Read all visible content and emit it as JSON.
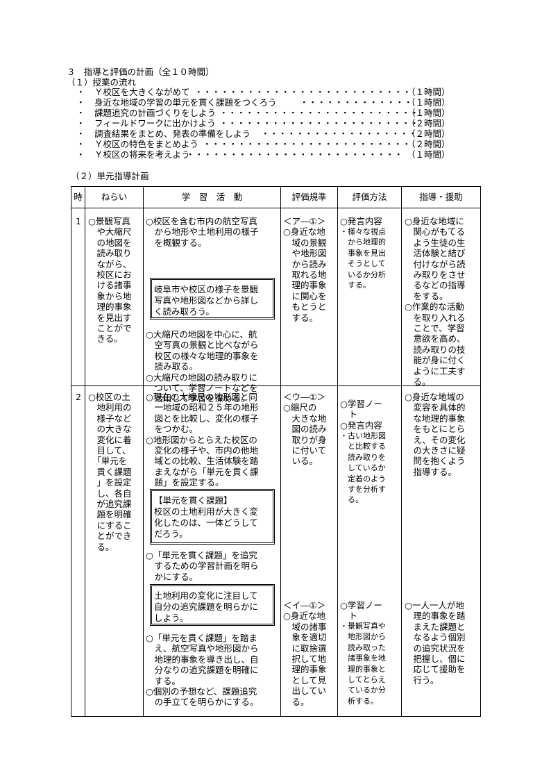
{
  "heading": "３　指導と評価の計画（全１０時間）",
  "sub1": "（１）授業の流れ",
  "flow": [
    {
      "bullet": "・",
      "text": "Ｙ校区を大きくながめて",
      "dots": "・・・・・・・・・・・・・・・・・・・・・・・・・",
      "hours": "（１時間）"
    },
    {
      "bullet": "・",
      "text": "身近な地域の学習の単元を貫く課題をつくろう",
      "dots": "・・・・・・・・・・・・・",
      "hours": "（１時間）"
    },
    {
      "bullet": "・",
      "text": "課題追究の計画づくりをしよう",
      "dots": "・・・・・・・・・・・・・・・・・・・・・・・",
      "hours": "（１時間）"
    },
    {
      "bullet": "・",
      "text": "フィールドワークに出かけよう",
      "dots": "・・・・・・・・・・・・・・・・・・・・・・・",
      "hours": "（２時間）"
    },
    {
      "bullet": "・",
      "text": "調査結果をまとめ、発表の準備をしよう",
      "dots": "・・・・・・・・・・・・・・・・・・",
      "hours": "（２時間）"
    },
    {
      "bullet": "・",
      "text": "Ｙ校区の特色をまとめよう",
      "dots": "・・・・・・・・・・・・・・・・・・・・・・・・",
      "hours": "（２時間）"
    },
    {
      "bullet": "・",
      "text": "Ｙ校区の将来を考えよう",
      "dots": "・・・・・・・・・・・・・・・・・・・・・・・・・",
      "hours": "（１時間）"
    }
  ],
  "sub2": "（２）単元指導計画",
  "table": {
    "headers": [
      "時",
      "ねらい",
      "学　習　活　動",
      "評価規準",
      "評価方法",
      "指導・援助"
    ],
    "row1": {
      "hour": "1",
      "aim": "○景観写真\n　や大縮尺\n　の地図を\n　読み取り\n　ながら、\n　校区にお\n　ける諸事\n　象から地\n　理的事象\n　を見出す\n　ことがで\n　きる。",
      "act1": "○校区を含む市内の航空写真\n　から地形や土地利用の様子\n　を概観する。",
      "box1": "岐阜市や校区の様子を景観\n写真や地形図などから詳し\nく読み取ろう。",
      "act2": "○大縮尺の地図を中心に、航\n　空写真の景観と比べながら\n　校区の様々な地理的事象を\n　読み取る。\n○大縮尺の地図の読み取りに\n　ついて、学習ノートなどを\n　活用して学習を深める。",
      "crit": "＜ア―①＞\n○身近な地\n　域の景観\n　や地形図\n　から読み\n　取れる地\n　理的事象\n　に関心を\n　もとうと\n　する。",
      "method_head": "○発言内容",
      "method": "・様々な視点\n　から地理的\n　事象を見出\n　そうとして\n　いるか分析\n　する。",
      "guide": "○身近な地域に\n　関心がもてる\n　よう生徒の生\n　活体験と結び\n　付けながら読\n　み取りをさせ\n　るなどの指導\n　をする。\n○作業的な活動\n　を取り入れる\n　ことで、学習\n　意欲を高め、\n　読み取りの技\n　能が身に付く\n　ように工夫す\n　る。"
    },
    "row2": {
      "hour": "2",
      "aim": "○校区の土\n　地利用の\n　様子など\n　の大きな\n　変化に着\n　目して、\n　「単元を\n　貫く課題\n　」を設定\n　し、各自\n　が追究課\n　題を明確\n　にするこ\n　とができ\n　る。",
      "act1": "○現在の大縮尺の地形図と同\n　一地域の昭和２５年の地形\n　図とを比較し、変化の様子\n　をつかむ。\n○地形図からとらえた校区の\n　変化の様子や、市内の他地\n　域との比較、生活体験を踏\n　まえながら「単元を貫く課\n　題」を設定する。",
      "box1": "【単元を貫く課題】\n校区の土地利用が大きく変\n化したのは、一体どうして\nだろう。",
      "act2": "○「単元を貫く課題」を追究\n　するための学習計画を明ら\n　かにする。",
      "box2": "土地利用の変化に注目して\n自分の追究課題を明らかに\nしよう。",
      "act3": "○「単元を貫く課題」を踏ま\n　え、航空写真や地形図から\n　地理的事象を導き出し、自\n　分なりの追究課題を明確に\n　する。\n○個別の予想など、課題追究\n　の手立てを明らかにする。",
      "crit1": "＜ウ―①＞\n○縮尺の\n　大きな地\n　図の読み\n　取りが身\n　に付いて\n　いる。",
      "crit2": "＜イ―①＞\n○身近な地\n　域の諸事\n　象を適切\n　に取捨選\n　択して地\n　理的事象\n　として見\n　出してい\n　る。",
      "method1_head": "○学習ノー\n　ト\n○発言内容",
      "method1": "・古い地形図\n　と比較する\n　読み取りを\n　しているか\n　定着のよう\n　すを分析す\n　る。",
      "method2_head": "○学習ノー\n　ト",
      "method2": "・景観写真や\n　地形図から\n　読み取った\n　諸事象を地\n　理的事象と\n　してとらえ\n　ているか分\n　析する。",
      "guide1": "○身近な地域の\n　変容を具体的\n　な地理的事象\n　をもとにとら\n　え、その変化\n　の大きさに疑\n　問を抱くよう\n　指導する。",
      "guide2": "○一人一人が地\n　理的事象を踏\n　まえた課題と\n　なるよう個別\n　の追究状況を\n　把握し、個に\n　応じて援助を\n　行う。"
    }
  }
}
